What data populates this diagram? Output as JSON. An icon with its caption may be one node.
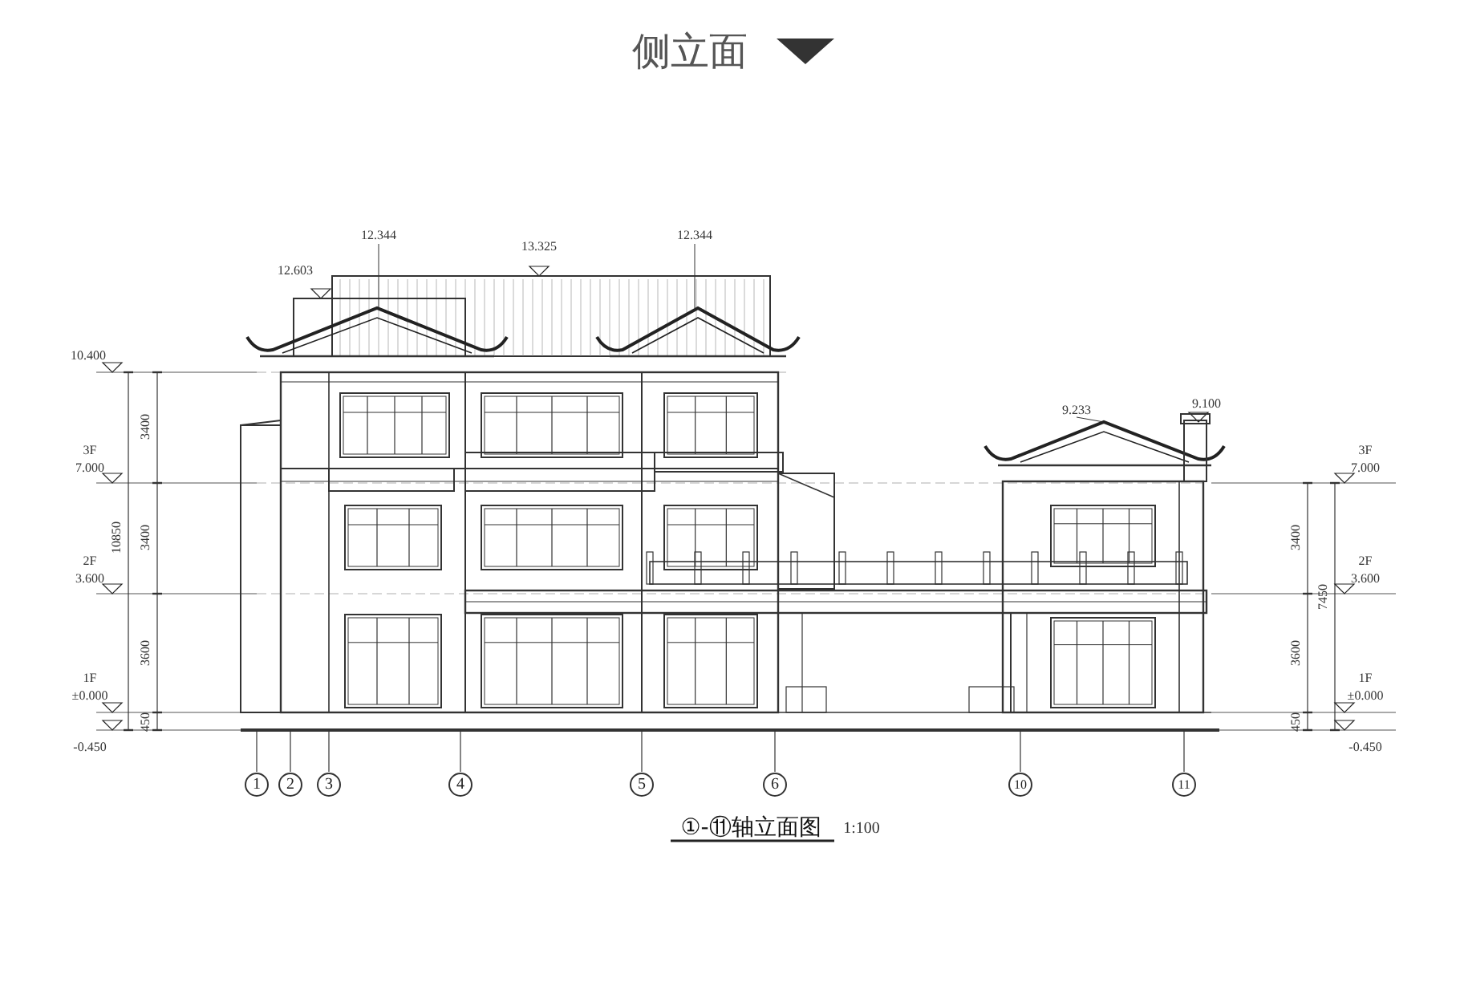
{
  "diagram": {
    "title": "侧立面",
    "caption": "①-⑪轴立面图",
    "nodes": [
      {
        "text": [
          "1"
        ]
      },
      {
        "text": [
          "2"
        ]
      },
      {
        "text": [
          "3"
        ]
      },
      {
        "text": [
          "4"
        ]
      },
      {
        "text": [
          "5"
        ]
      },
      {
        "text": [
          "6"
        ]
      },
      {
        "text": [
          "10"
        ]
      },
      {
        "text": [
          "11"
        ]
      }
    ],
    "labels": [
      "12.344",
      "13.325",
      "12.344",
      "12.603",
      "10.400",
      "3F",
      "7.000",
      "2F",
      "3.600",
      "1F",
      "±0.000",
      "-0.450",
      "3400",
      "3400",
      "3600",
      "450",
      "10850",
      "9.233",
      "9.100",
      "3F",
      "7.000",
      "2F",
      "3.600",
      "1F",
      "±0.000",
      "-0.450",
      "3400",
      "3600",
      "450",
      "7450",
      "1:100"
    ]
  }
}
